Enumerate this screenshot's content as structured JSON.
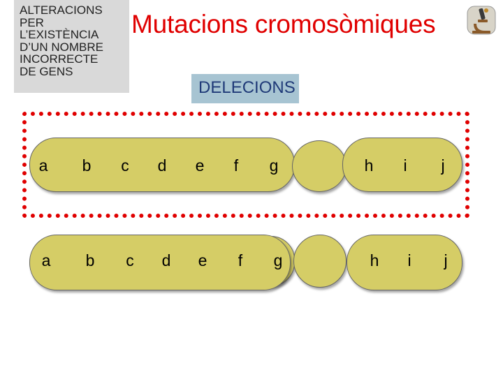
{
  "header": {
    "side_label": "ALTERACIONS\nPER\nL’EXISTÈNCIA\nD’UN NOMBRE\nINCORRECTE\nDE GENS",
    "title": "Mutacions cromosòmiques",
    "subtitle": "DELECIONS",
    "icon": "microscope-icon"
  },
  "chromosome_top": {
    "genes_left": [
      "a",
      "b",
      "c",
      "d",
      "e",
      "f",
      "g"
    ],
    "genes_right": [
      "h",
      "i",
      "j"
    ]
  },
  "chromosome_bottom": {
    "genes_left": [
      "a",
      "b",
      "c",
      "d",
      "e",
      "f",
      "g"
    ],
    "genes_right": [
      "h",
      "i",
      "j"
    ]
  },
  "colors": {
    "chromosome_fill": "#d5cd66",
    "title_red": "#e00000",
    "selection_border": "#e00000",
    "subtitle_bg": "#a7c4d2",
    "side_box_bg": "#d9d9d9"
  }
}
